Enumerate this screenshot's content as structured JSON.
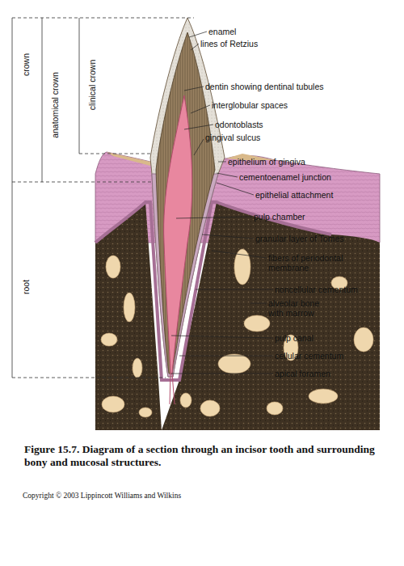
{
  "diagram": {
    "caption": "Figure 15.7. Diagram of a section through an incisor tooth and surrounding bony and mucosal structures.",
    "labels": [
      "enamel",
      "lines of Retzius",
      "dentin showing dentinal tubules",
      "interglobular spaces",
      "odontoblasts",
      "gingival sulcus",
      "epithelium of gingiva",
      "cementoenamel junction",
      "epithelial attachment",
      "pulp chamber",
      "granular layer of Tomes",
      "fibers of periodontal membrane",
      "noncellular cementum",
      "alveolar bone with marrow",
      "pulp canal",
      "cellular cementum",
      "apical foramen",
      "crown",
      "anatomical crown",
      "clinical crown",
      "root",
      "Copyright © 2003 Lippincott Williams and Wilkins"
    ]
  }
}
